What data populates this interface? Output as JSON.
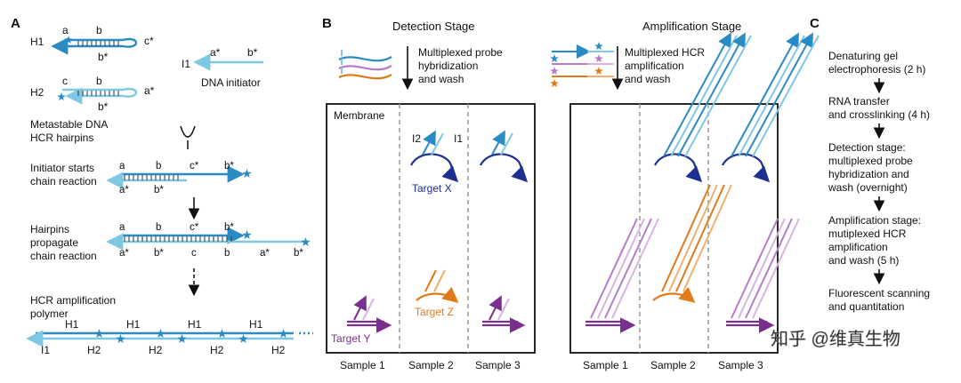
{
  "panels": {
    "a": "A",
    "b": "B",
    "c": "C"
  },
  "colors": {
    "h1": "#2a8bc4",
    "h2": "#7ec8e3",
    "target_x": "#1f2f8f",
    "target_y": "#7a2f8f",
    "target_z": "#e07b1a",
    "probe_purple": "#b77cc8",
    "star": "#2a8bc4"
  },
  "panel_a": {
    "h1": {
      "label": "H1",
      "a": "a",
      "b": "b",
      "bstar": "b*",
      "cstar": "c*"
    },
    "h2": {
      "label": "H2",
      "c": "c",
      "b": "b",
      "bstar": "b*",
      "astar": "a*"
    },
    "initiator": {
      "label": "I1",
      "astar": "a*",
      "bstar": "b*",
      "caption": "DNA initiator"
    },
    "metastable": [
      "Metastable DNA",
      "HCR hairpins"
    ],
    "step1": {
      "caption": [
        "Initiator starts",
        "chain reaction"
      ],
      "top": [
        "a",
        "b",
        "c*",
        "b*"
      ],
      "bottom": [
        "a*",
        "b*"
      ]
    },
    "step2": {
      "caption": [
        "Hairpins",
        "propagate",
        "chain reaction"
      ],
      "top": [
        "a",
        "b",
        "c*",
        "b*"
      ],
      "bottom": [
        "a*",
        "b*",
        "c",
        "b",
        "a*",
        "b*"
      ]
    },
    "polymer": {
      "caption": [
        "HCR amplification",
        "polymer"
      ],
      "top": [
        "H1",
        "H1",
        "H1",
        "H1"
      ],
      "bottom": [
        "I1",
        "H2",
        "H2",
        "H2",
        "H2"
      ]
    }
  },
  "panel_b": {
    "detection": {
      "title": "Detection Stage",
      "desc": [
        "Multiplexed probe",
        "hybridization",
        "and wash"
      ],
      "membrane": "Membrane",
      "i2": "I2",
      "i1": "I1",
      "targets": {
        "x": "Target X",
        "y": "Target Y",
        "z": "Target Z"
      },
      "samples": [
        "Sample 1",
        "Sample 2",
        "Sample 3"
      ]
    },
    "amplification": {
      "title": "Amplification Stage",
      "desc": [
        "Multiplexed HCR",
        "amplification",
        "and wash"
      ],
      "samples": [
        "Sample 1",
        "Sample 2",
        "Sample 3"
      ]
    }
  },
  "panel_c": {
    "steps": [
      [
        "Denaturing gel",
        "electrophoresis (2 h)"
      ],
      [
        "RNA transfer",
        "and crosslinking (4 h)"
      ],
      [
        "Detection stage:",
        "multiplexed probe",
        "hybridization and",
        "wash (overnight)"
      ],
      [
        "Amplification stage:",
        "mutiplexed HCR",
        "amplification",
        "and wash (5 h)"
      ],
      [
        "Fluorescent scanning",
        "and quantitation"
      ]
    ]
  },
  "watermark": "知乎 @维真生物"
}
